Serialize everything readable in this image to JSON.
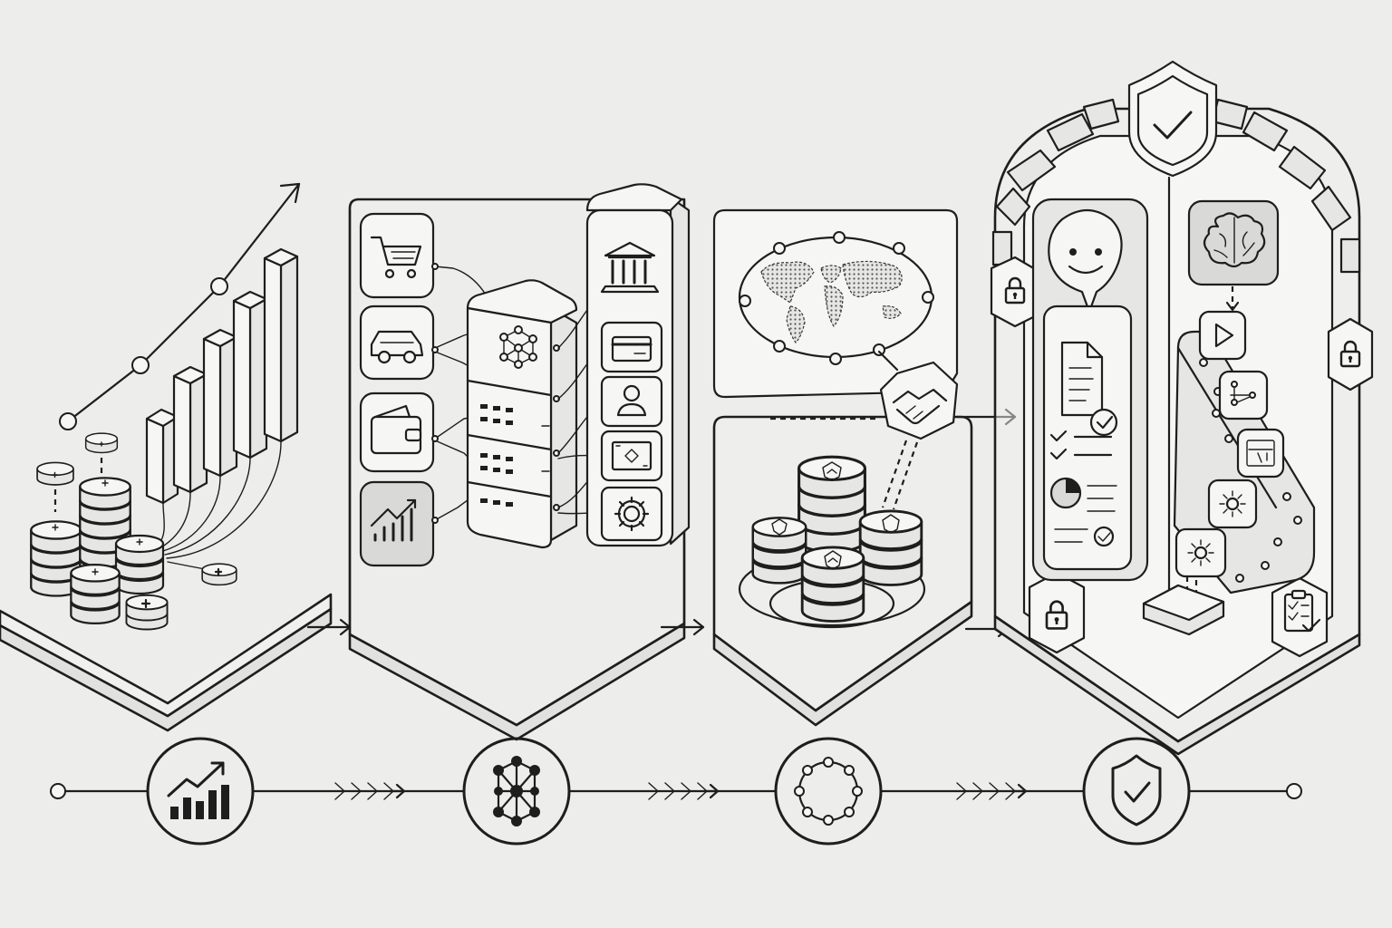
{
  "colors": {
    "background": "#ededeb",
    "ink": "#1e1e1e",
    "panel": "#f0f0ee",
    "shade": "#d9d9d7"
  },
  "stages": [
    {
      "id": "growth",
      "timeline_icon": "growth-chart-icon",
      "illustration": [
        "coin-stack-icon",
        "bar-chart-icon",
        "trend-arrow-icon"
      ]
    },
    {
      "id": "integration",
      "timeline_icon": "network-node-icon",
      "illustration": [
        "shopping-cart-icon",
        "car-icon",
        "wallet-icon",
        "analytics-chart-icon",
        "server-rack-icon",
        "bank-icon",
        "credit-card-icon",
        "user-profile-icon",
        "image-frame-icon",
        "gear-icon"
      ]
    },
    {
      "id": "global",
      "timeline_icon": "ring-network-icon",
      "illustration": [
        "world-map-icon",
        "handshake-icon",
        "coin-stack-icon"
      ]
    },
    {
      "id": "security",
      "timeline_icon": "shield-check-icon",
      "illustration": [
        "shield-check-icon",
        "padlock-icon",
        "chat-bot-icon",
        "document-icon",
        "brain-icon",
        "play-icon",
        "workflow-icon",
        "clipboard-check-icon"
      ]
    }
  ],
  "timeline": {
    "connector_icon": "chevron-arrows-icon",
    "endpoint_icon": "endpoint-dot-icon"
  }
}
